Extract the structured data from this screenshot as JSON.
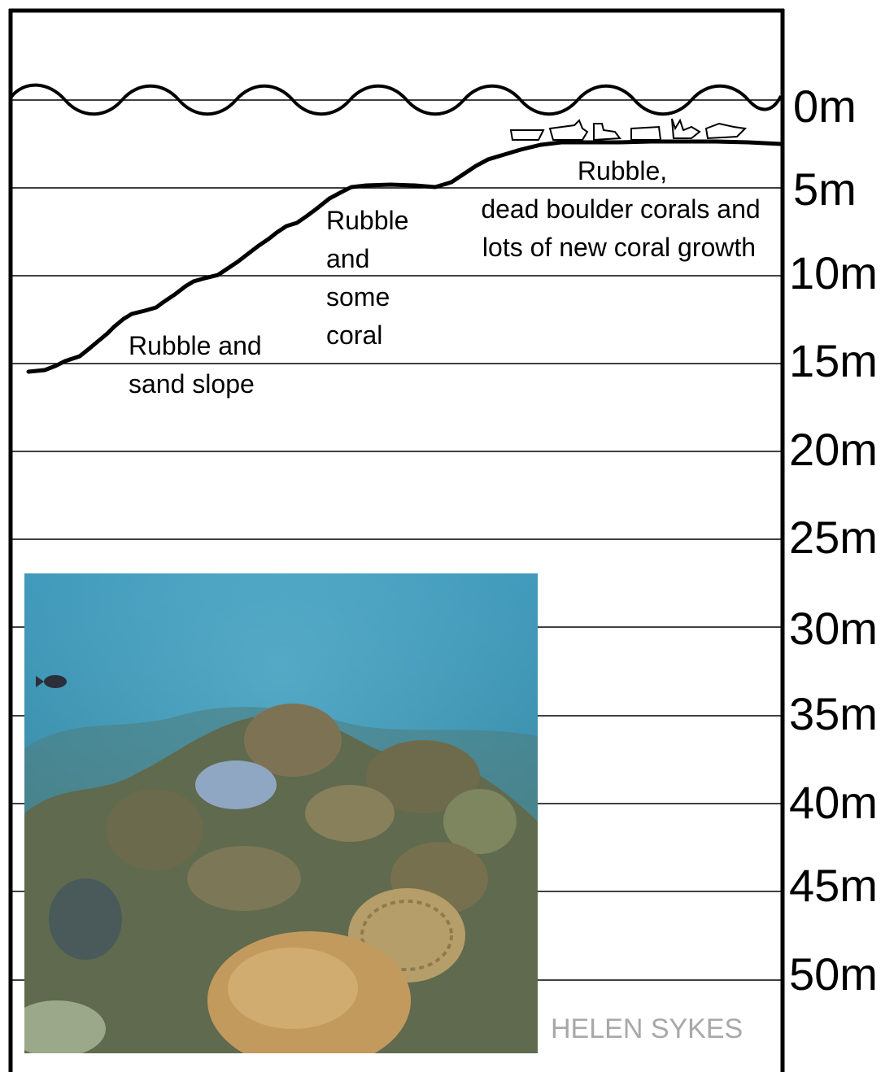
{
  "depth_scale": {
    "labels": [
      "0m",
      "5m",
      "10m",
      "15m",
      "20m",
      "25m",
      "30m",
      "35m",
      "40m",
      "45m",
      "50m"
    ]
  },
  "zones": {
    "shallow_reef": [
      "Rubble,",
      "dead boulder corals and",
      "lots of new coral growth"
    ],
    "mid_slope": [
      "Rubble",
      "and",
      "some",
      "coral"
    ],
    "deep_slope": [
      "Rubble and",
      "sand slope"
    ]
  },
  "photo": {
    "subject": "underwater-coral-reef-photo",
    "credit": "HELEN SYKES"
  }
}
